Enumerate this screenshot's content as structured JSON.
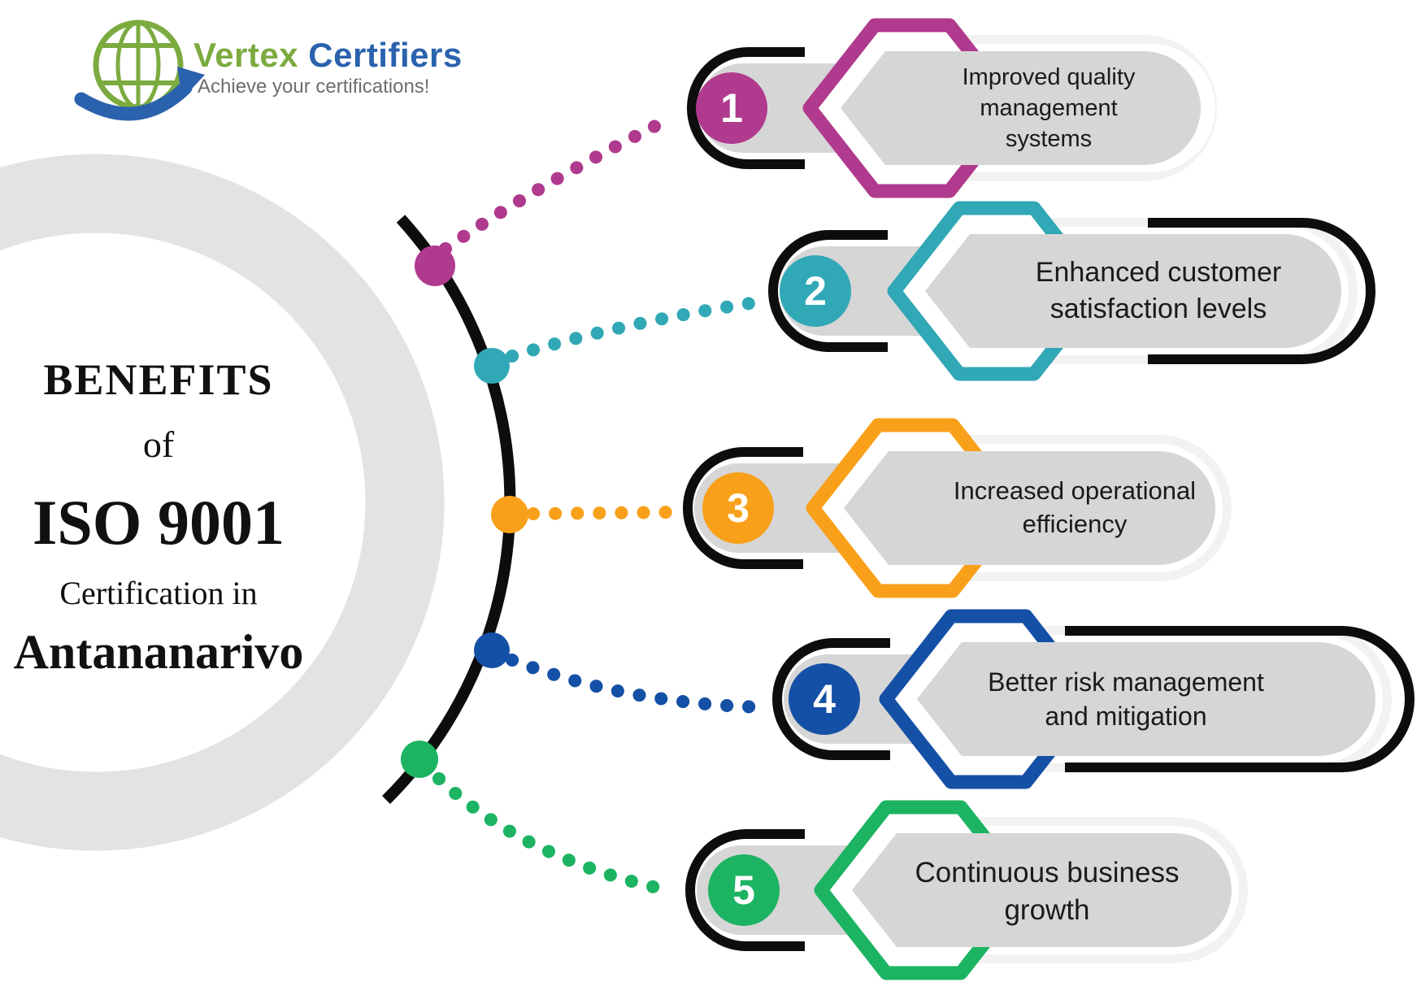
{
  "logo": {
    "brand_word1": "Vertex",
    "brand_word2": "Certifiers",
    "tagline": "Achieve your certifications!",
    "brand_word1_color": "#7cab40",
    "brand_word2_color": "#2a62ae"
  },
  "title": {
    "line1": "BENEFITS",
    "line2": "of",
    "line3": "ISO 9001",
    "line4": "Certification in",
    "line5": "Antananarivo"
  },
  "benefits": [
    {
      "number": "1",
      "label": "Improved quality management systems",
      "color": "#b03a8e"
    },
    {
      "number": "2",
      "label": "Enhanced customer satisfaction levels",
      "color": "#31a8b6"
    },
    {
      "number": "3",
      "label": "Increased operational efficiency",
      "color": "#f9a01b"
    },
    {
      "number": "4",
      "label": "Better risk management and mitigation",
      "color": "#1450a5"
    },
    {
      "number": "5",
      "label": "Continuous business growth",
      "color": "#1cb462"
    }
  ],
  "palette": {
    "panel_gray": "#d6d6d6",
    "glow_gray": "#f2f2f2",
    "ring_gray": "#e3e3e3",
    "outline_black": "#0d0d0d",
    "text_dark": "#1a1a1a"
  }
}
